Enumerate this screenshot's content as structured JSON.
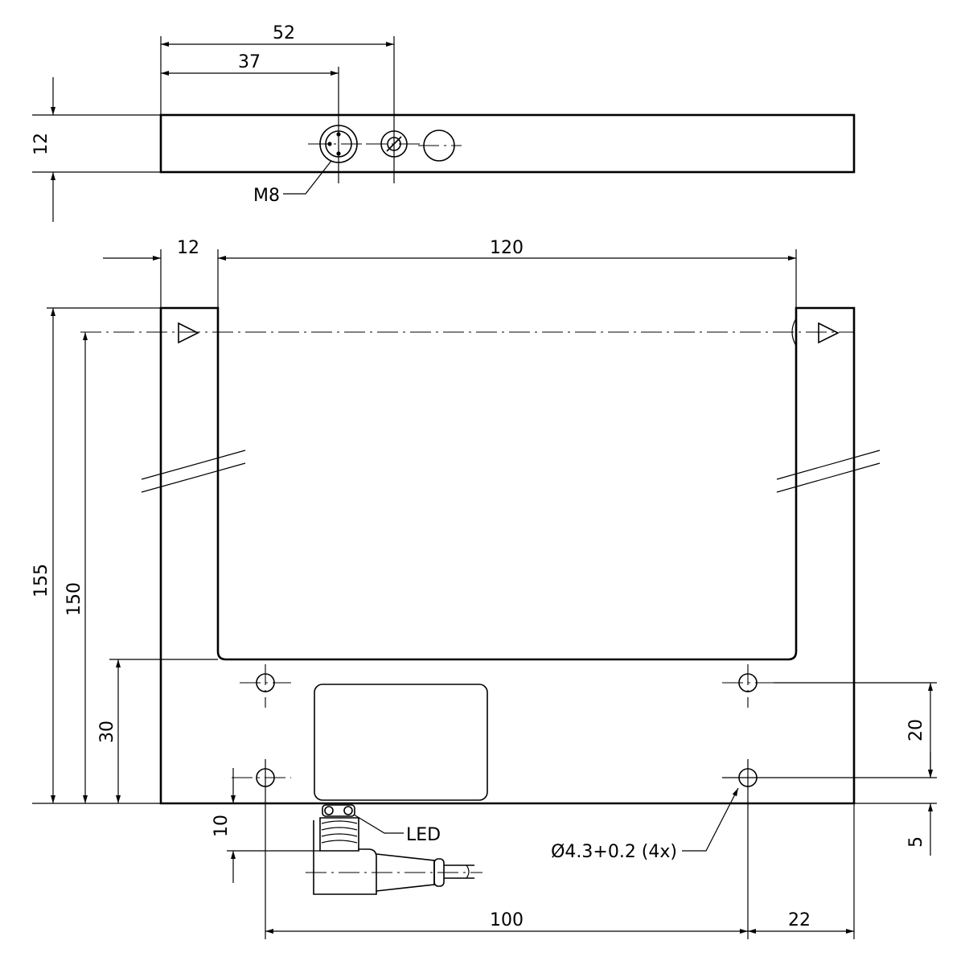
{
  "dimensions": {
    "top_52": "52",
    "top_37": "37",
    "top_12_height": "12",
    "width_12": "12",
    "width_120": "120",
    "height_155": "155",
    "height_150": "150",
    "height_30": "30",
    "height_20": "20",
    "height_5": "5",
    "height_10": "10",
    "bottom_100": "100",
    "bottom_22": "22"
  },
  "labels": {
    "connector": "M8",
    "led": "LED",
    "hole": "Ø4.3+0.2 (4x)"
  },
  "colors": {
    "line": "#000000",
    "background": "#ffffff"
  }
}
